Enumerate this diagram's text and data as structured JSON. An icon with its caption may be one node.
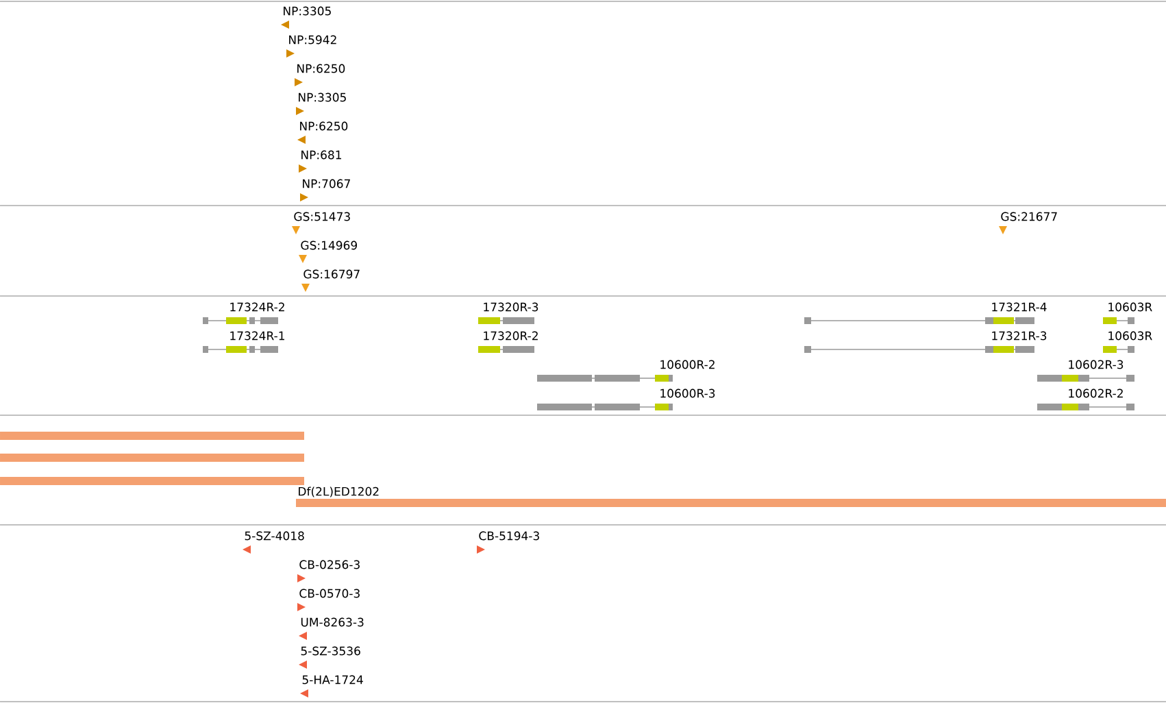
{
  "diagram": {
    "labels": [
      "NP:3305",
      "NP:5942",
      "NP:6250",
      "NP:3305",
      "NP:6250",
      "NP:681",
      "NP:7067",
      "GS:51473",
      "GS:21677",
      "GS:14969",
      "GS:16797",
      "17324R-2",
      "17320R-3",
      "17321R-4",
      "10603R",
      "17324R-1",
      "17320R-2",
      "17321R-3",
      "10603R",
      "10600R-2",
      "10602R-3",
      "10600R-3",
      "10602R-2",
      "Df(2L)ED1202",
      "5-SZ-4018",
      "CB-5194-3",
      "CB-0256-3",
      "CB-0570-3",
      "UM-8263-3",
      "5-SZ-3536",
      "5-HA-1724"
    ]
  }
}
